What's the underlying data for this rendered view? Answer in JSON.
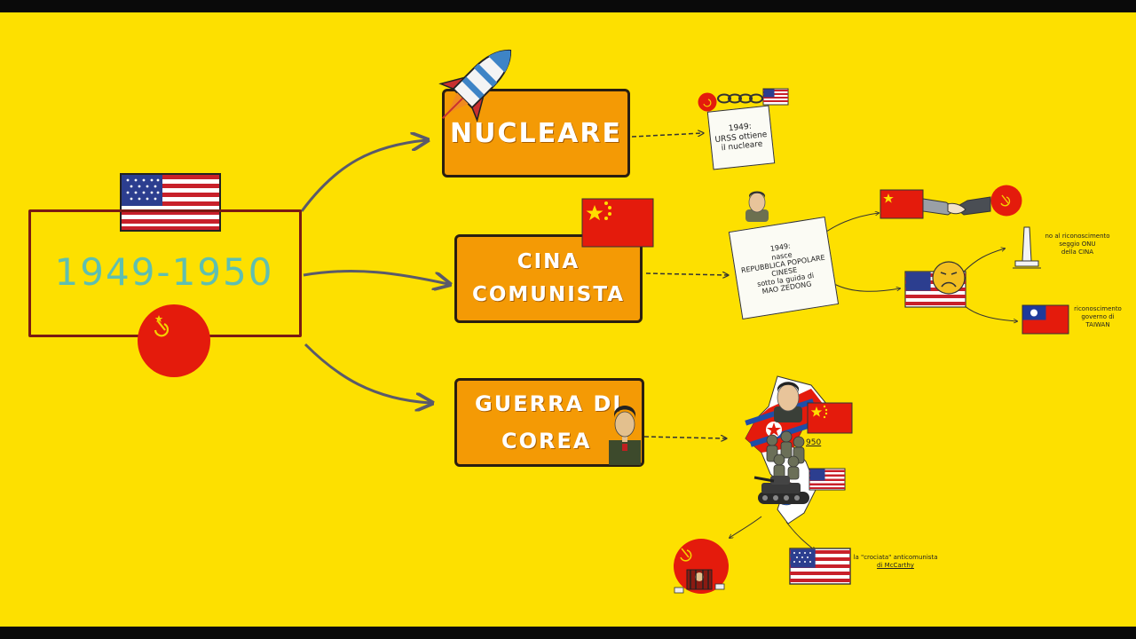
{
  "colors": {
    "background": "#fde000",
    "box_fill": "#f49a05",
    "date_text": "#5fbfb0",
    "soviet_red": "#e41b0c",
    "arrow": "#5a5a6a"
  },
  "center": {
    "dates": "1949-1950"
  },
  "branches": {
    "nucleare": {
      "label": "NUCLEARE"
    },
    "cina": {
      "line1": "CINA",
      "line2": "COMUNISTA"
    },
    "corea": {
      "line1": "GUERRA DI",
      "line2": "COREA"
    }
  },
  "notes": {
    "urss": {
      "line1": "1949:",
      "line2": "URSS ottiene",
      "line3": "il nucleare"
    },
    "china": {
      "line1": "1949:",
      "line2": "nasce",
      "line3": "REPUBBLICA POPOLARE",
      "line4": "CINESE",
      "line5": "sotto la guida di",
      "line6": "MAO ZEDONG"
    },
    "onu": {
      "line1": "no al riconoscimento",
      "line2": "seggio ONU",
      "line3": "della CINA"
    },
    "taiwan": {
      "line1": "riconoscimento",
      "line2": "governo di",
      "line3": "TAIWAN"
    },
    "korea_year": "950",
    "mccarthy": {
      "line1": "la \"crociata\" anticomunista",
      "line2": "di McCarthy"
    }
  },
  "icons": [
    "usa-flag-icon",
    "soviet-flag-icon",
    "rocket-icon",
    "chain-icon",
    "china-flag-icon",
    "mao-portrait-icon",
    "handshake-icon",
    "frown-face-icon",
    "obelisk-icon",
    "taiwan-flag-icon",
    "korean-soldier-icon",
    "korea-map-icon",
    "kim-portrait-icon",
    "south-korea-flag-icon",
    "soldiers-icon",
    "tank-icon",
    "prisoner-icon"
  ]
}
